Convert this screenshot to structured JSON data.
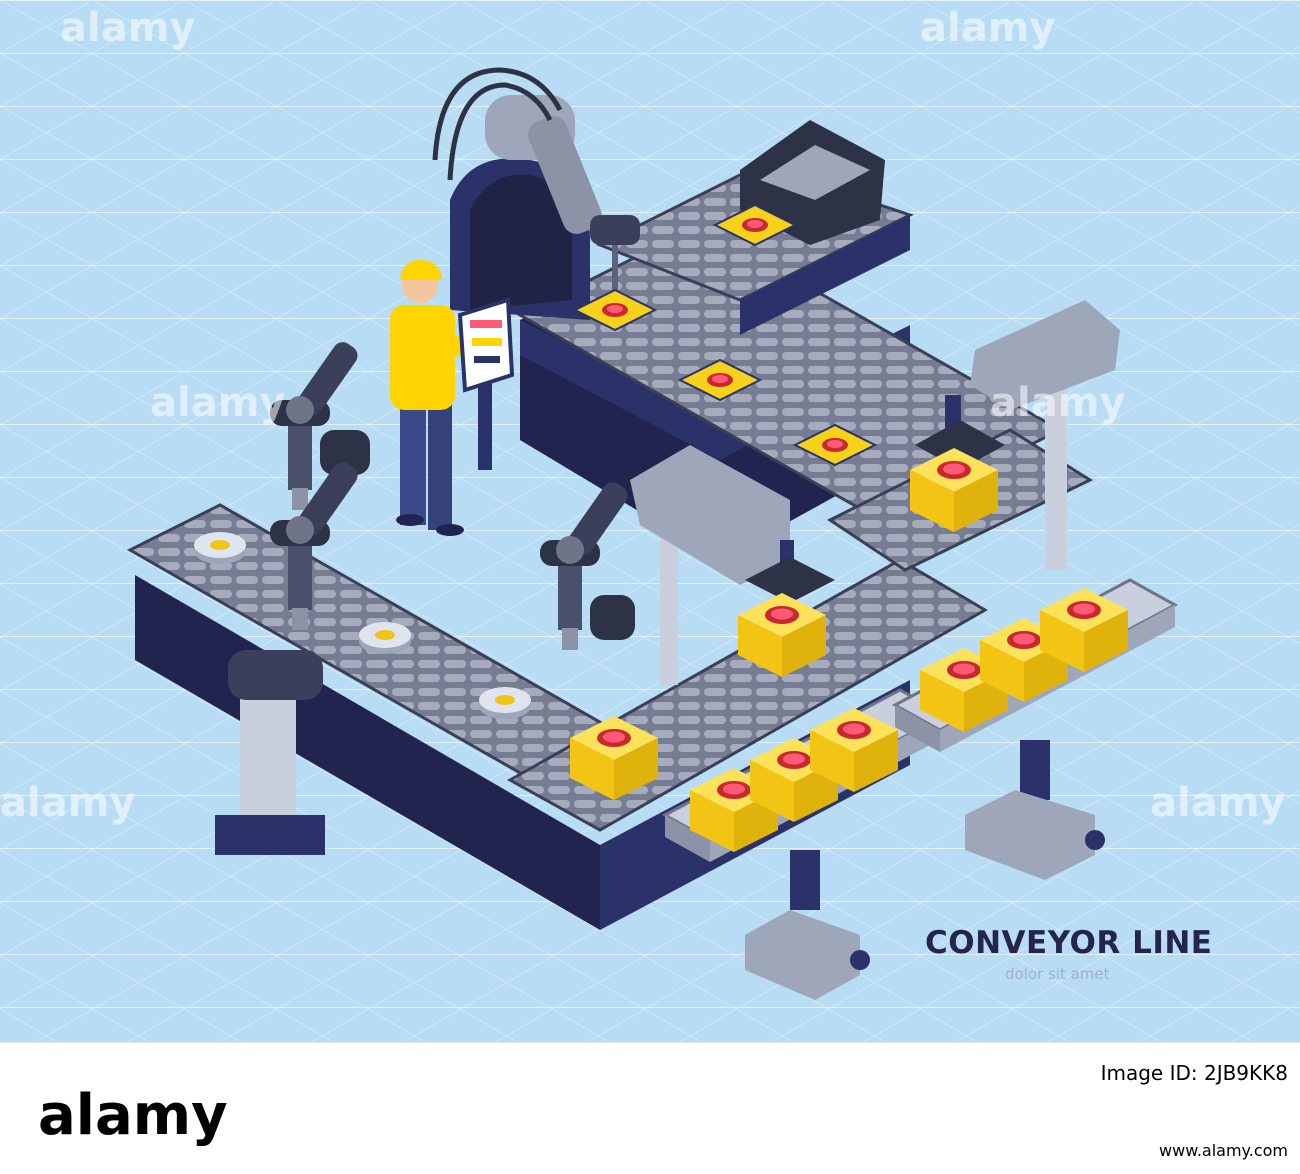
{
  "scene": {
    "title": "CONVEYOR LINE",
    "subtitle": "dolor sit amet",
    "watermark": "alamy"
  },
  "footer": {
    "brand": "alamy",
    "image_id_line1": "Image ID: 2JB9KK8",
    "url": "www.alamy.com"
  },
  "colors": {
    "background": "#b9dcf5",
    "grid_line": "#ffffff",
    "machine_navy": "#2b3169",
    "belt_grey": "#8c93a6",
    "product_yellow": "#f7d21b",
    "target_red": "#e5364f",
    "worker_yellow": "#ffd400",
    "worker_pants": "#3b4a8a",
    "title_navy": "#23264a"
  },
  "icons": [
    "robot-arm-icon",
    "worker-figure-icon",
    "tablet-icon",
    "scanner-icon",
    "packaging-box-icon"
  ]
}
